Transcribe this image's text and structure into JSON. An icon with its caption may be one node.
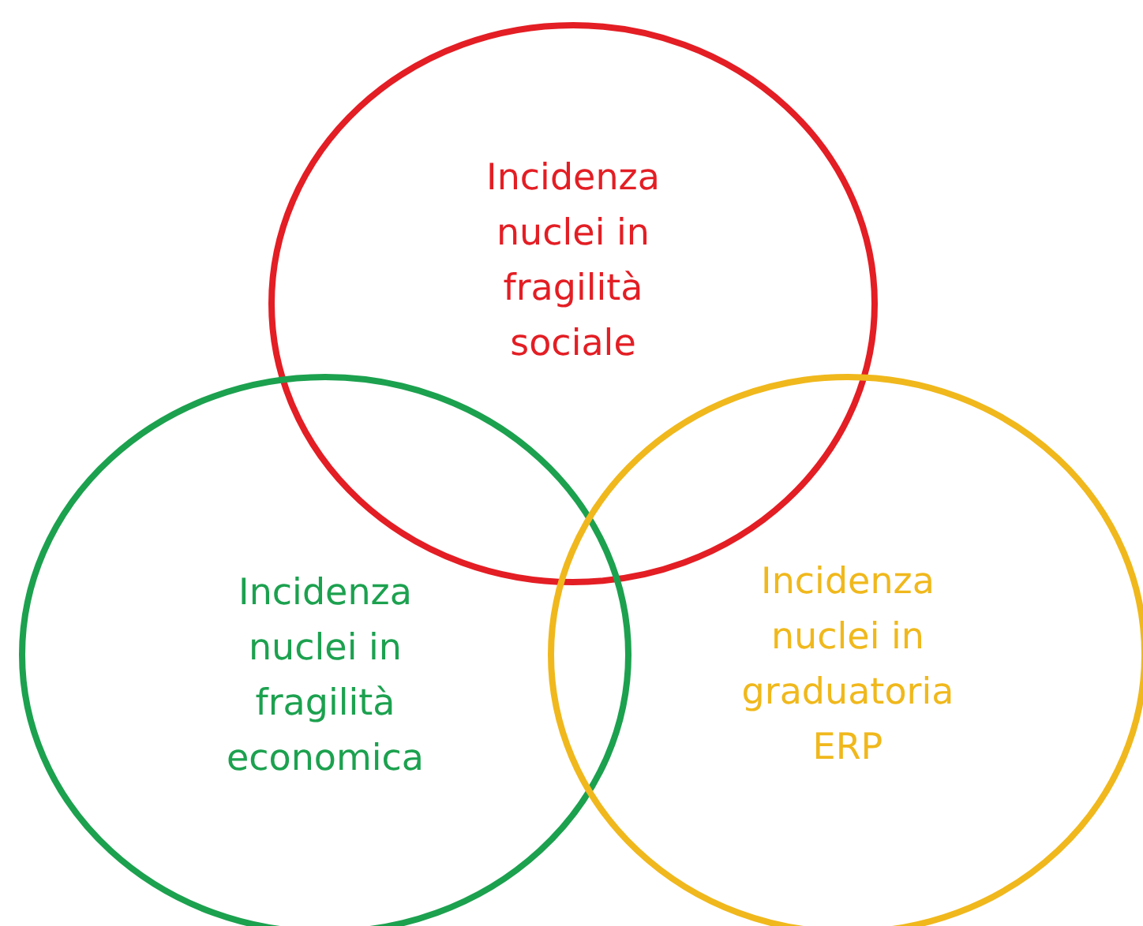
{
  "diagram": {
    "nodes": [
      {
        "text": [
          "Incidenza nuclei in fragilità sociale"
        ]
      },
      {
        "text": [
          "Incidenza nuclei in fragilità economica"
        ]
      },
      {
        "text": [
          "Incidenza nuclei in graduatoria ERP"
        ]
      }
    ],
    "edges": []
  }
}
